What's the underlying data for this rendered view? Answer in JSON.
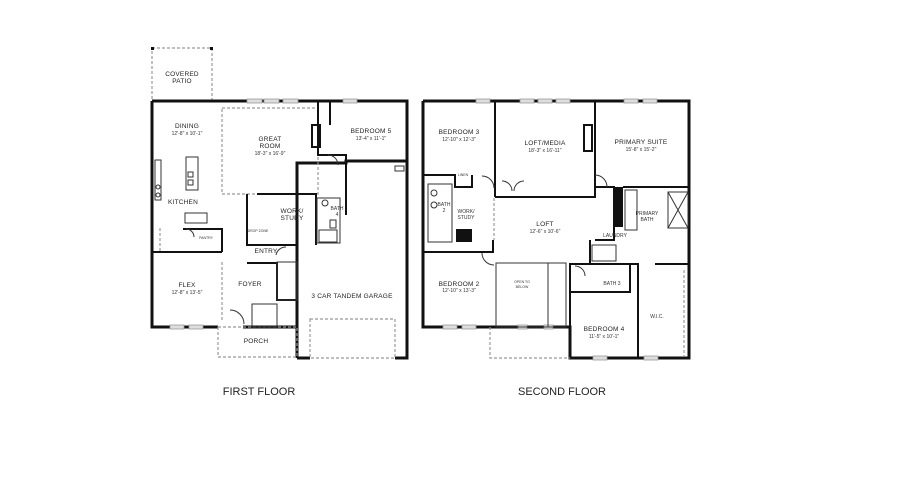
{
  "first_floor": {
    "title": "FIRST FLOOR",
    "rooms": {
      "covered_patio": [
        "COVERED",
        "PATIO"
      ],
      "dining": {
        "name": "DINING",
        "dim": "12'-8\" x 10'-1\""
      },
      "great_room": {
        "name": [
          "GREAT",
          "ROOM"
        ],
        "dim": "18'-3\" x 16'-9\""
      },
      "bedroom5": {
        "name": "BEDROOM 5",
        "dim": "13'-4\" x 11'-1\""
      },
      "kitchen": "KITCHEN",
      "pantry": "PANTRY",
      "work_study": [
        "WORK/",
        "STUDY"
      ],
      "bath4": [
        "BATH",
        "4"
      ],
      "drop_zone": "DROP ZONE",
      "entry": "ENTRY",
      "flex": {
        "name": "FLEX",
        "dim": "12'-8\" x 13'-5\""
      },
      "foyer": "FOYER",
      "garage": "3 CAR TANDEM GARAGE",
      "porch": "PORCH"
    }
  },
  "second_floor": {
    "title": "SECOND FLOOR",
    "rooms": {
      "bedroom3": {
        "name": "BEDROOM 3",
        "dim": "12'-10\" x 12'-3\""
      },
      "loft_media": {
        "name": "LOFT/MEDIA",
        "dim": "18'-3\" x 16'-11\""
      },
      "primary_suite": {
        "name": "PRIMARY SUITE",
        "dim": "15'-8\" x 15'-2\""
      },
      "linen": "LINEN",
      "bath2": [
        "BATH",
        "2"
      ],
      "work_study": [
        "WORK/",
        "STUDY"
      ],
      "loft": {
        "name": "LOFT",
        "dim": "12'-6\" x 10'-6\""
      },
      "laundry": "LAUNDRY",
      "primary_bath": [
        "PRIMARY",
        "BATH"
      ],
      "bedroom2": {
        "name": "BEDROOM 2",
        "dim": "12'-10\" x 13'-3\""
      },
      "open_to_below": [
        "OPEN TO",
        "BELOW"
      ],
      "bath3": "BATH 3",
      "bedroom4": {
        "name": "BEDROOM 4",
        "dim": "11'-5\" x 10'-1\""
      },
      "wic": "W.I.C."
    }
  }
}
